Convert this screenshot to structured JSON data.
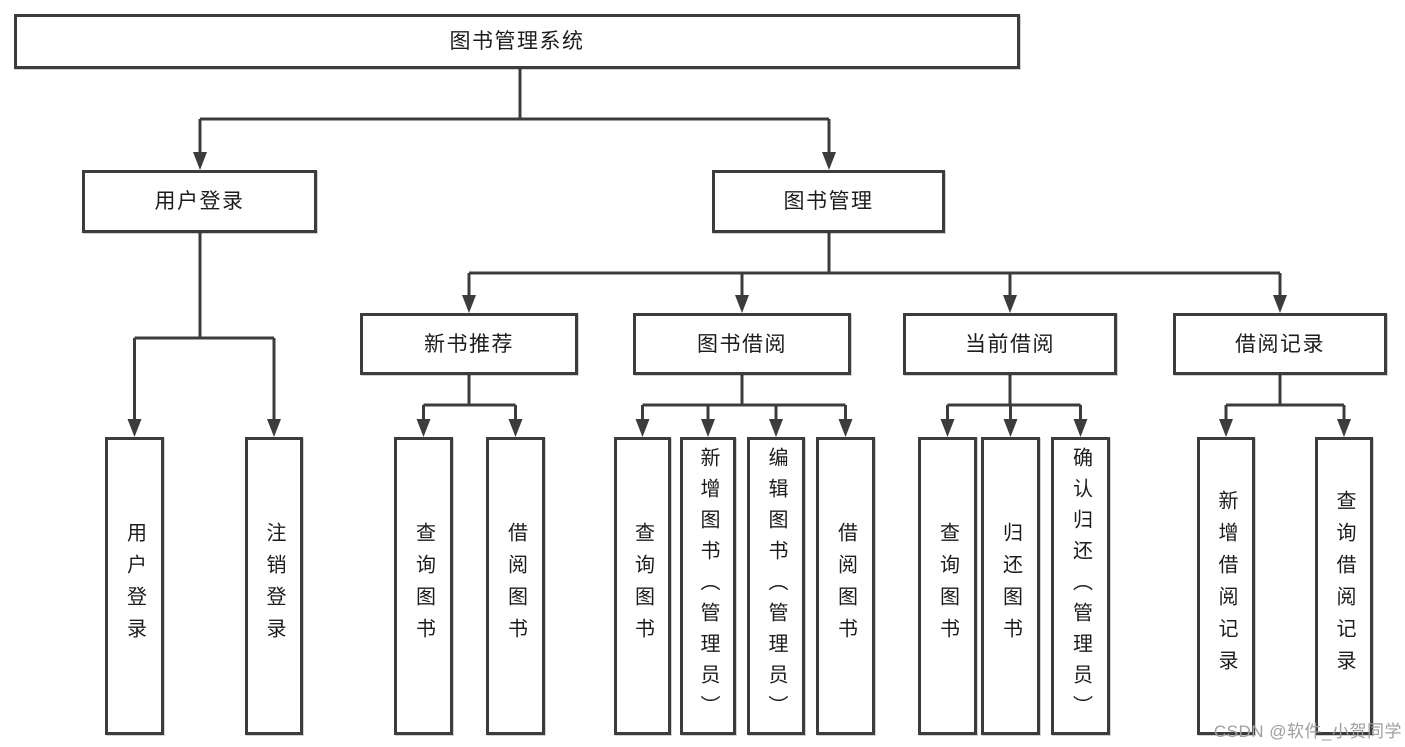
{
  "tree": {
    "label": "图书管理系统",
    "children": [
      {
        "label": "用户登录",
        "children": [
          {
            "label": "用户登录"
          },
          {
            "label": "注销登录"
          }
        ]
      },
      {
        "label": "图书管理",
        "children": [
          {
            "label": "新书推荐",
            "children": [
              {
                "label": "查询图书"
              },
              {
                "label": "借阅图书"
              }
            ]
          },
          {
            "label": "图书借阅",
            "children": [
              {
                "label": "查询图书"
              },
              {
                "label": "新增图书（管理员）"
              },
              {
                "label": "编辑图书（管理员）"
              },
              {
                "label": "借阅图书"
              }
            ]
          },
          {
            "label": "当前借阅",
            "children": [
              {
                "label": "查询图书"
              },
              {
                "label": "归还图书"
              },
              {
                "label": "确认归还（管理员）"
              }
            ]
          },
          {
            "label": "借阅记录",
            "children": [
              {
                "label": "新增借阅记录"
              },
              {
                "label": "查询借阅记录"
              }
            ]
          }
        ]
      }
    ]
  },
  "watermark": {
    "text": "CSDN @软件_小贺同学"
  },
  "colors": {
    "line": "#3c3c3c",
    "text": "#1c1c1c",
    "background": "#ffffff",
    "watermark": "#9e9e9e"
  }
}
